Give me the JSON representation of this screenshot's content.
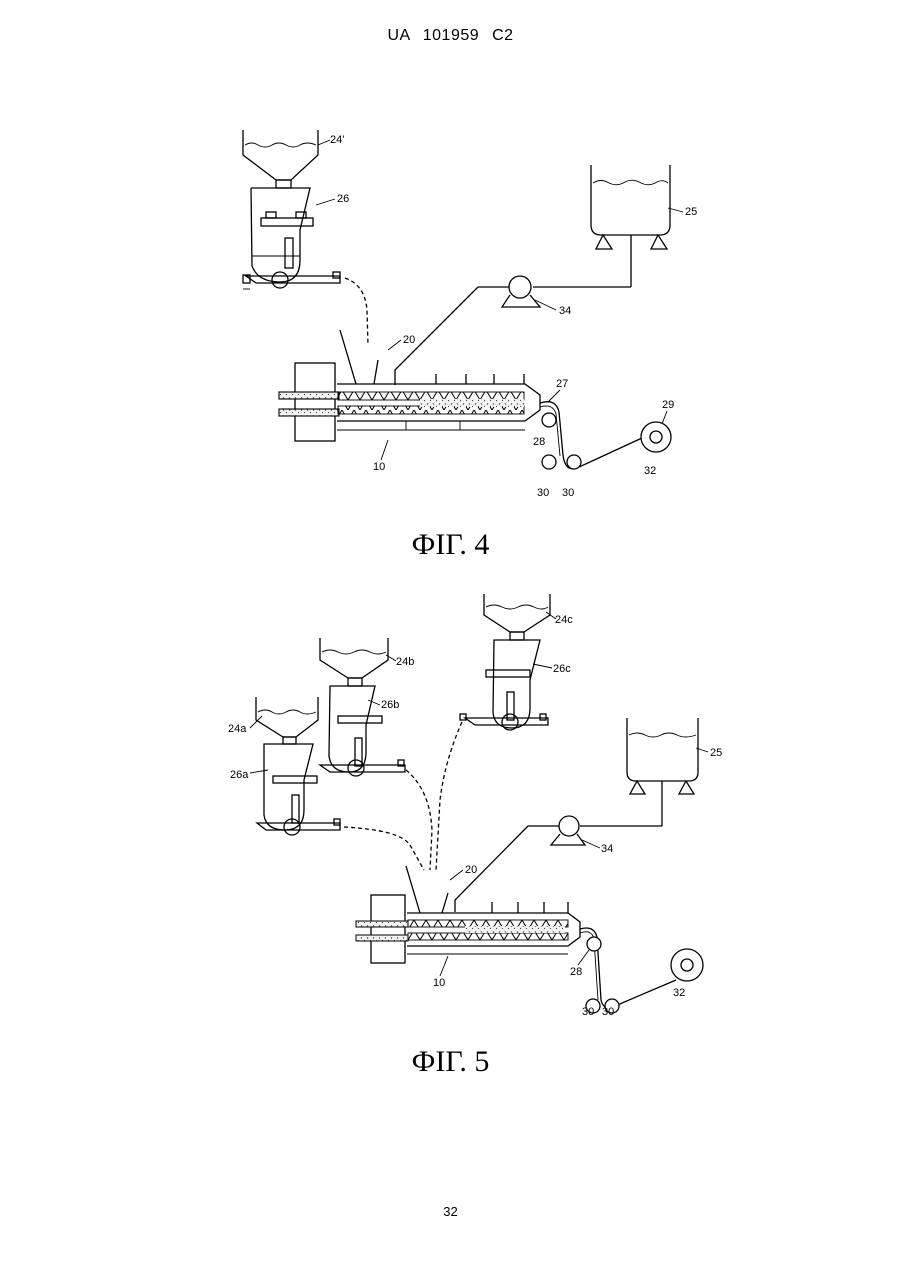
{
  "header": {
    "text": "UA   101959   C2"
  },
  "figures": [
    {
      "caption": "ФІГ. 4",
      "labels": {
        "hopper": "24'",
        "feeder": "26",
        "tank": "25",
        "pump": "34",
        "inlet": "20",
        "die": "27",
        "winder": "29",
        "roll_a": "28",
        "roll_b": "30",
        "roll_c": "30",
        "reel": "32",
        "extruder": "10"
      }
    },
    {
      "caption": "ФІГ. 5",
      "labels": {
        "hopper_a": "24a",
        "feeder_a": "26a",
        "hopper_b": "24b",
        "feeder_b": "26b",
        "hopper_c": "24c",
        "feeder_c": "26c",
        "tank": "25",
        "pump": "34",
        "inlet": "20",
        "roll_a": "28",
        "roll_b": "30",
        "roll_c": "30",
        "reel": "32",
        "extruder": "10"
      }
    }
  ],
  "page_number": "32"
}
